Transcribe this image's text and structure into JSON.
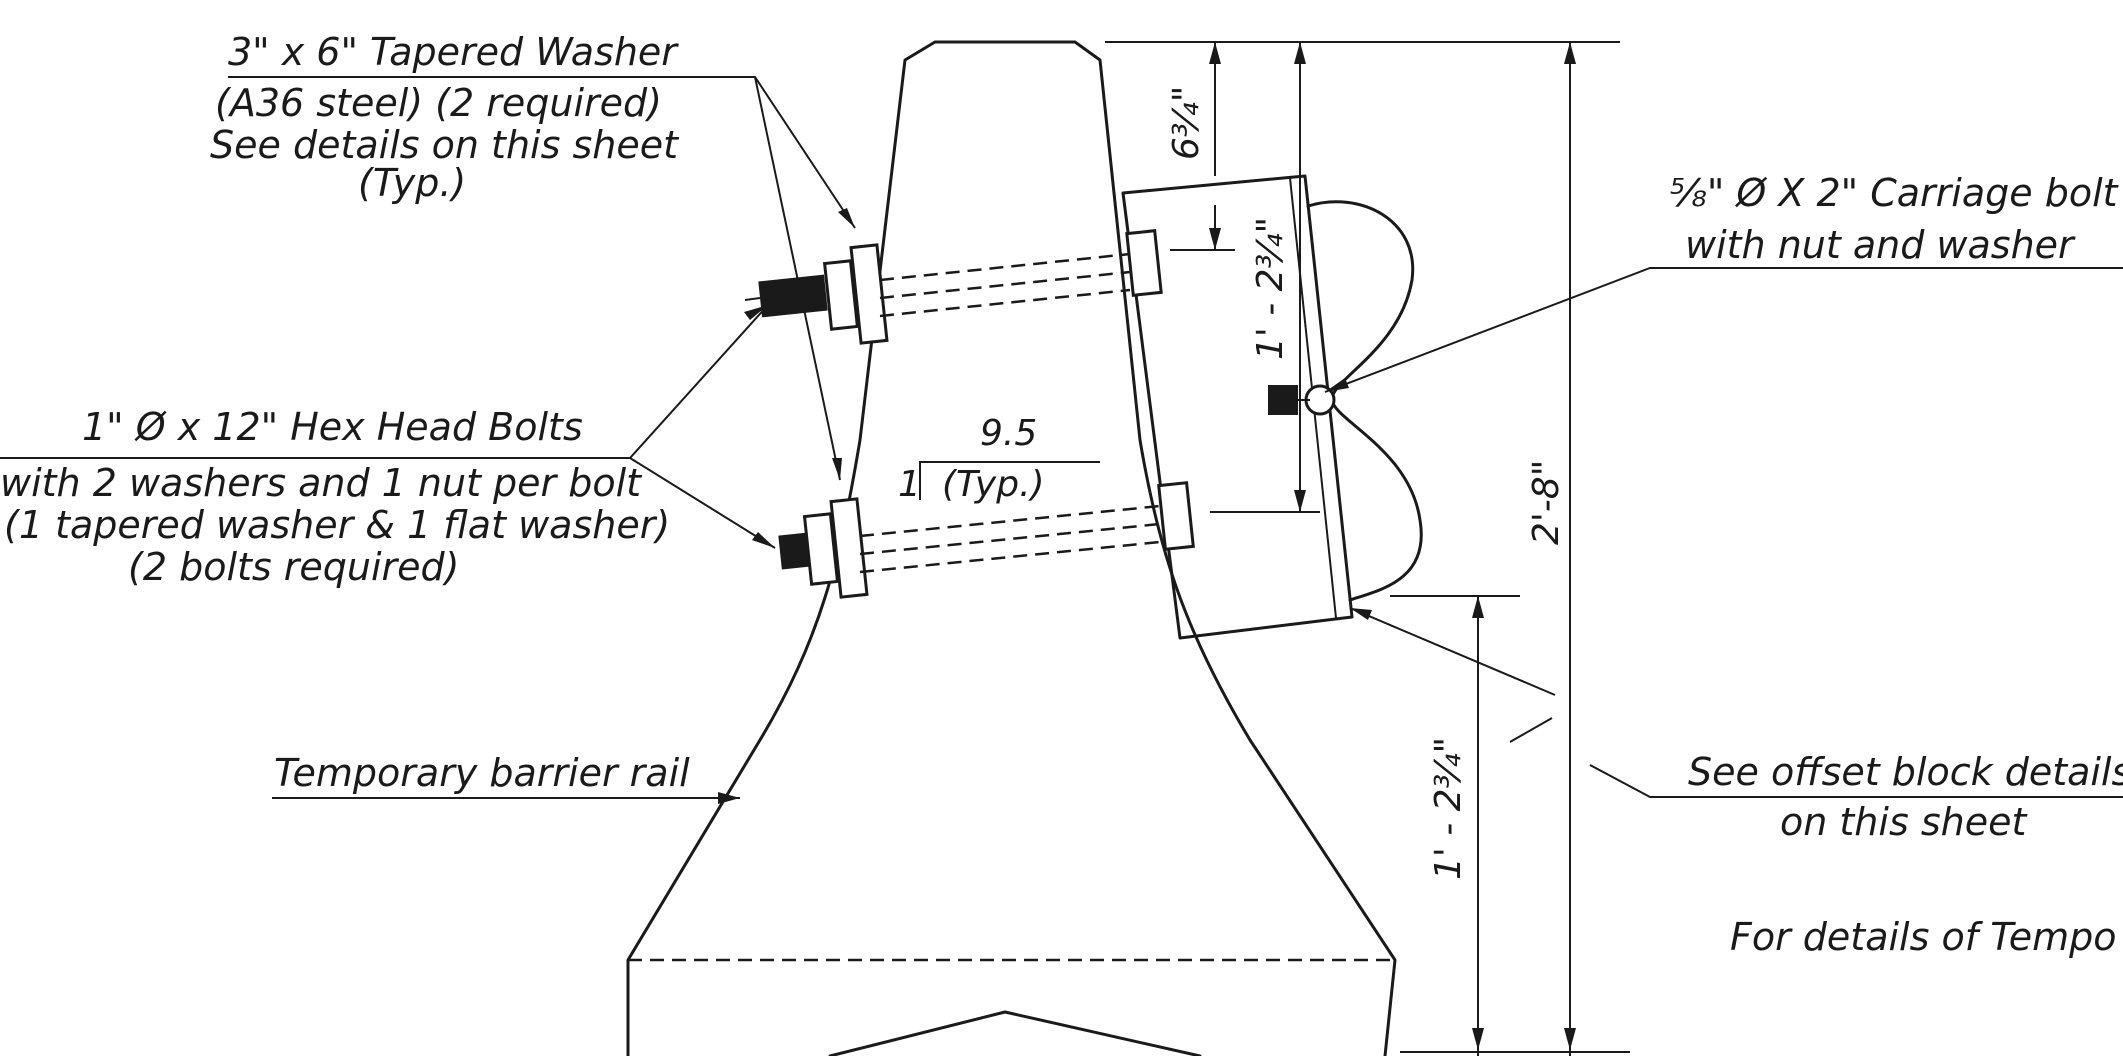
{
  "labels": {
    "washer_title": "3\" x 6\" Tapered Washer",
    "washer_line1": "(A36 steel) (2 required)",
    "washer_line2": "See details on this sheet",
    "washer_line3": "(Typ.)",
    "hexbolt_title": "1\" Ø x 12\" Hex Head Bolts",
    "hexbolt_line1": "with 2 washers and 1 nut per bolt",
    "hexbolt_line2": "(1 tapered washer & 1 flat washer)",
    "hexbolt_line3": "(2 bolts required)",
    "carriage_title": "⅝\" Ø X 2\" Carriage bolt",
    "carriage_line1": "with nut and washer",
    "barrier_rail": "Temporary barrier rail",
    "offset_title": "See offset block details",
    "offset_line1": "on this sheet",
    "for_details": "For details of Tempo"
  },
  "dimensions": {
    "slope_value": "9.5",
    "slope_rise": "1",
    "slope_typ": "(Typ.)",
    "dim_6_3_4": "6¾\"",
    "dim_1_2_3_4_upper": "1' - 2¾\"",
    "dim_2_8": "2'-8\"",
    "dim_1_2_3_4_lower": "1' - 2¾\""
  },
  "colors": {
    "ink": "#1a1a1a",
    "paper": "#ffffff"
  }
}
